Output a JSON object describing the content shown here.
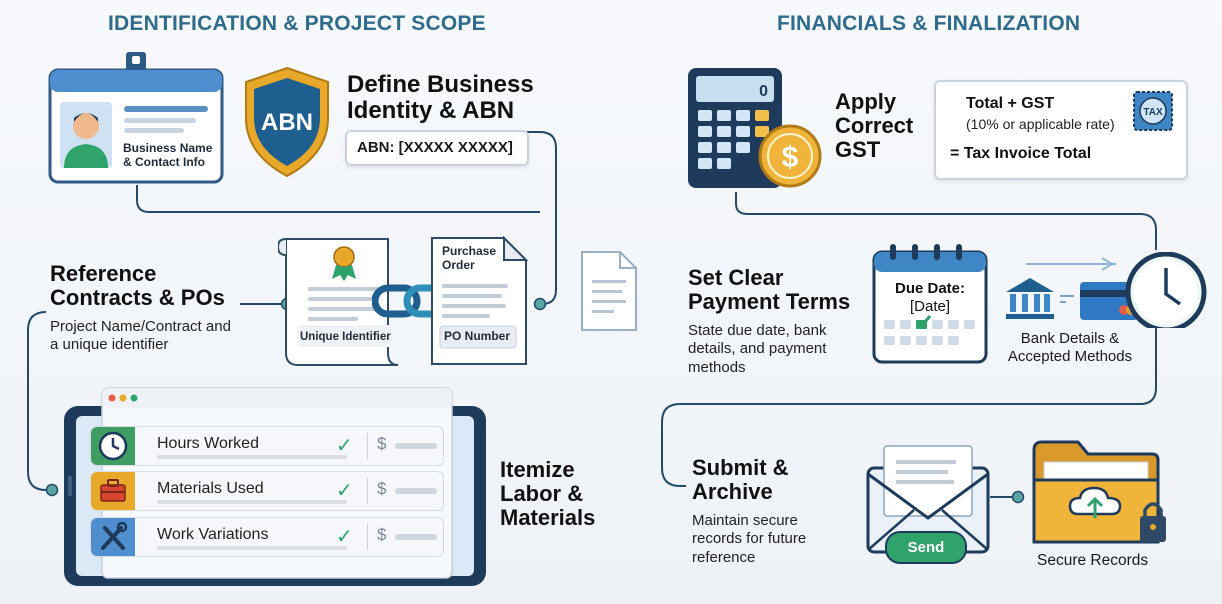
{
  "sections": {
    "left_title": "IDENTIFICATION & PROJECT SCOPE",
    "right_title": "FINANCIALS & FINALIZATION"
  },
  "step1": {
    "title_line1": "Define Business",
    "title_line2": "Identity & ABN",
    "abn_value": "ABN: [XXXXX XXXXX]",
    "card_line1": "Business Name",
    "card_line2": "& Contact Info",
    "shield_text": "ABN"
  },
  "step2": {
    "title_line1": "Reference",
    "title_line2": "Contracts & POs",
    "desc_line1": "Project Name/Contract and",
    "desc_line2": "a unique identifier",
    "contract_label": "Unique Identifier",
    "po_title_line1": "Purchase",
    "po_title_line2": "Order",
    "po_label": "PO Number"
  },
  "step3": {
    "title_line1": "Itemize",
    "title_line2": "Labor &",
    "title_line3": "Materials",
    "items": [
      {
        "label": "Hours Worked"
      },
      {
        "label": "Materials Used"
      },
      {
        "label": "Work Variations"
      }
    ],
    "check_mark": "✓",
    "currency": "$"
  },
  "step4": {
    "title_line1": "Apply",
    "title_line2": "Correct",
    "title_line3": "GST",
    "box_line1": "Total + GST",
    "box_line2": "(10% or applicable rate)",
    "box_line3": "= Tax Invoice Total",
    "stamp_text": "TAX",
    "calc_display": "0",
    "coin_symbol": "$"
  },
  "step5": {
    "title_line1": "Set Clear",
    "title_line2": "Payment Terms",
    "desc_line1": "State due date, bank",
    "desc_line2": "details, and payment",
    "desc_line3": "methods",
    "calendar_line1": "Due Date:",
    "calendar_line2": "[Date]",
    "bank_line1": "Bank Details &",
    "bank_line2": "Accepted Methods"
  },
  "step6": {
    "title_line1": "Submit &",
    "title_line2": "Archive",
    "desc_line1": "Maintain secure",
    "desc_line2": "records for future",
    "desc_line3": "reference",
    "send_label": "Send",
    "folder_label": "Secure Records"
  },
  "colors": {
    "accent_teal": "#2f6b8c",
    "navy": "#1f3b5c",
    "connector": "#244a6a",
    "green": "#2fa36b",
    "gold": "#e8a92a"
  }
}
